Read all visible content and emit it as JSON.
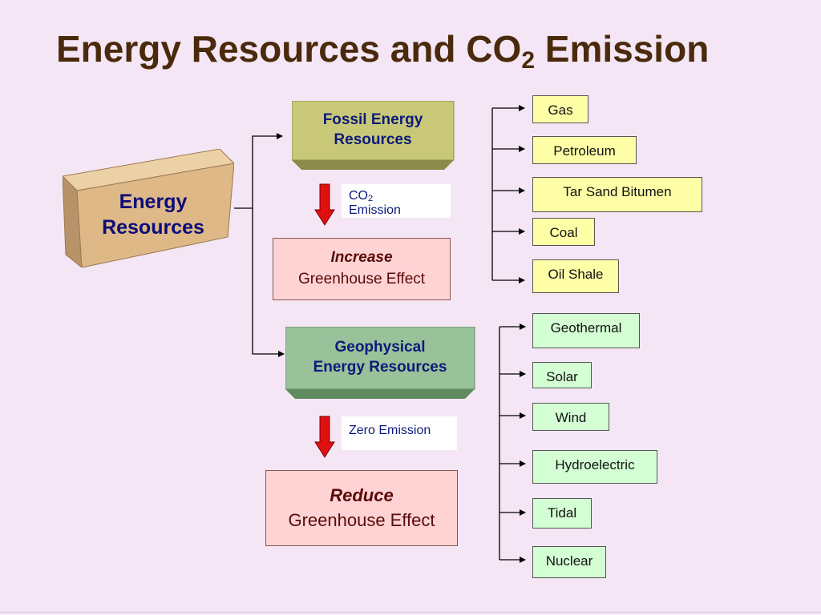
{
  "title": {
    "main": "Energy Resources and CO",
    "subscript": "2",
    "suffix": " Emission"
  },
  "root": {
    "line1": "Energy",
    "line2": "Resources"
  },
  "fossil": {
    "line1": "Fossil Energy",
    "line2": "Resources",
    "emission_label": {
      "main": "CO",
      "subscript": "2",
      "line2": "Emission"
    },
    "effect": {
      "emphasis": "Increase",
      "text": "Greenhouse Effect"
    },
    "items": [
      "Gas",
      "Petroleum",
      "Tar Sand Bitumen",
      "Coal",
      "Oil Shale"
    ]
  },
  "geophysical": {
    "line1": "Geophysical",
    "line2": "Energy Resources",
    "emission_label": "Zero Emission",
    "effect": {
      "emphasis": "Reduce",
      "text": "Greenhouse Effect"
    },
    "items": [
      "Geothermal",
      "Solar",
      "Wind",
      "Hydroelectric",
      "Tidal",
      "Nuclear"
    ]
  },
  "colors": {
    "background": "#f5e6f5",
    "title": "#4a2a0c",
    "root_block": "#deb887",
    "fossil_block": "#c8c878",
    "geophysical_block": "#99c29a",
    "effect_box": "#ffd3d3",
    "fossil_item": "#ffffa8",
    "geophysical_item": "#d4ffd4",
    "down_arrow": "#e01010"
  }
}
